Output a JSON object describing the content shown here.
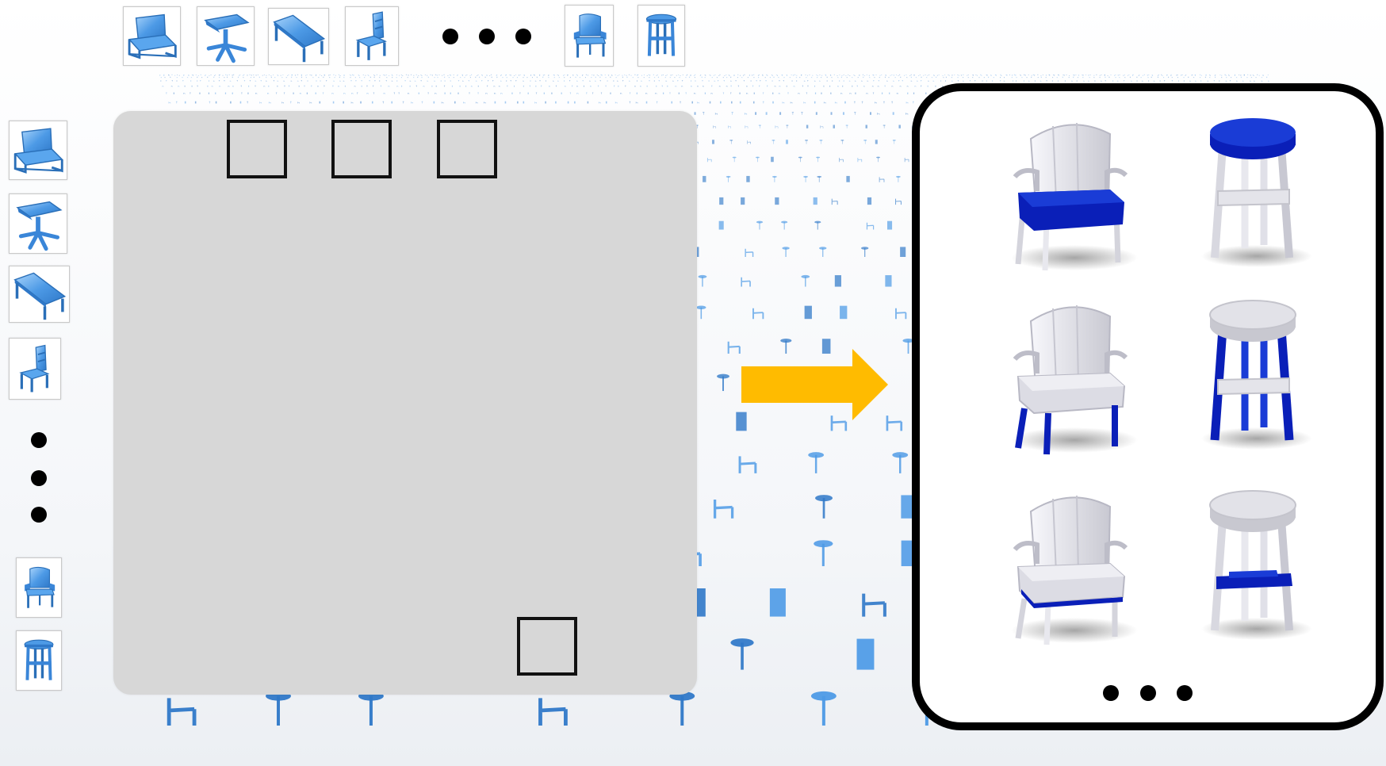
{
  "colors": {
    "shape_blue": "#4d9ae6",
    "shape_blue_light": "#8cc3f5",
    "part_highlight": "#0a1fb8",
    "neutral_part": "#e8e8ee",
    "matrix_gray": "#d7d7d7",
    "arrow": "#ffbb00",
    "ink": "#000000"
  },
  "top_row": {
    "shapes": [
      "armchair-icon",
      "swivel-chair-icon",
      "table-icon",
      "side-chair-icon",
      "armchair-icon",
      "stool-icon"
    ],
    "ellipsis": "horizontal-dots"
  },
  "left_column": {
    "shapes": [
      "armchair-icon",
      "swivel-chair-icon",
      "table-icon",
      "side-chair-icon",
      "armchair-icon",
      "stool-icon"
    ],
    "ellipsis": "vertical-dots"
  },
  "similarity_matrix": {
    "highlighted_cells": 4
  },
  "arrow": {
    "icon": "right-arrow-icon"
  },
  "results": {
    "columns": [
      "armchair",
      "stool"
    ],
    "rows": [
      {
        "armchair_highlight": "seat",
        "stool_highlight": "top"
      },
      {
        "armchair_highlight": "front-legs",
        "stool_highlight": "legs"
      },
      {
        "armchair_highlight": "seat-rail",
        "stool_highlight": "stretchers"
      }
    ],
    "ellipsis": "horizontal-dots"
  }
}
